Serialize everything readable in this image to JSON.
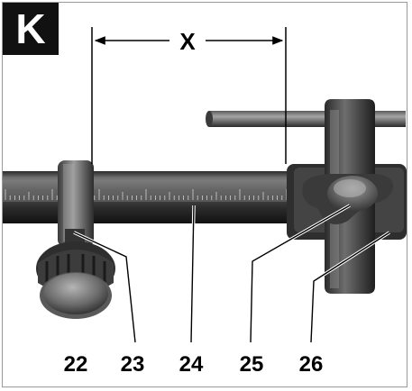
{
  "figure": {
    "letter": "K",
    "dimension_label": "X",
    "callouts": [
      "22",
      "23",
      "24",
      "25",
      "26"
    ]
  },
  "colors": {
    "bar_dark": "#1c1c1c",
    "bar_mid": "#4a4a4a",
    "bar_light": "#7a7a7a",
    "ink": "#000000",
    "frame": "#9a9a9a"
  }
}
